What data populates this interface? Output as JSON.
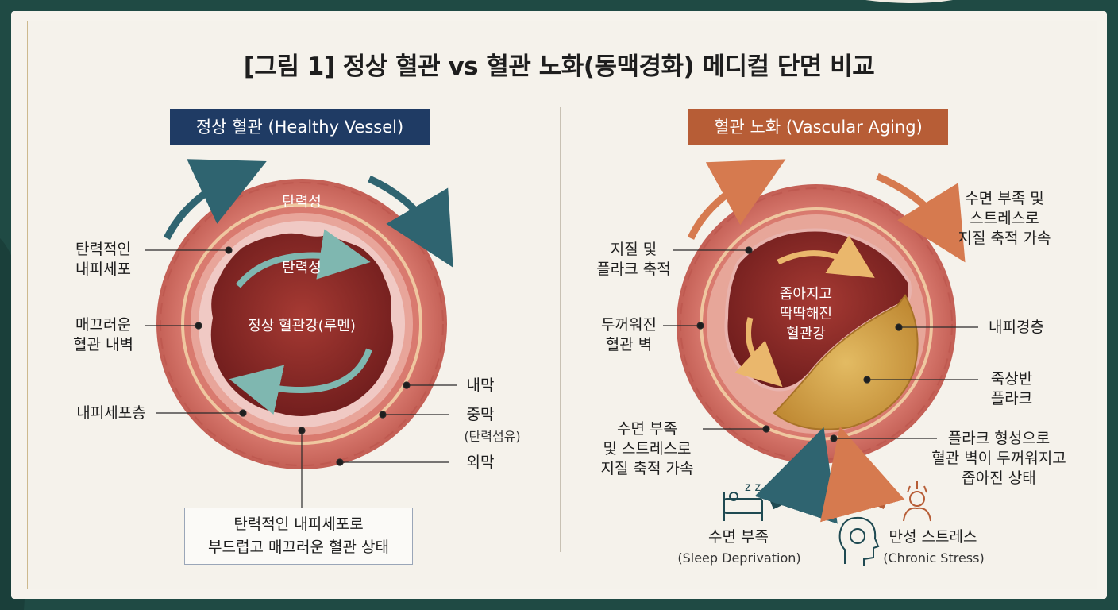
{
  "title": "[그림 1] 정상 혈관 vs 혈관 노화(동맥경화) 메디컬 단면 비교",
  "colors": {
    "navy_header": "#1f3b64",
    "rust_header": "#b75d36",
    "vessel_wall": "#d9786e",
    "lumen": "#8e2a26",
    "plaque": "#d4a64a",
    "teal_arrow": "#2f6470",
    "orange_arrow": "#d67a4f"
  },
  "left": {
    "header": "정상 혈관 (Healthy Vessel)",
    "wall_label": "탄력성",
    "inner_flow_label": "탄력성",
    "lumen_label": "정상 혈관강(루멘)",
    "labels": {
      "elastic_endothelium": "탄력적인\n내피세포",
      "smooth_wall": "매끄러운\n혈관 내벽",
      "endothelial_layer": "내피세포층",
      "intima": "내막",
      "media": "중막",
      "media_sub": "(탄력섬유)",
      "adventitia": "외막"
    },
    "summary": "탄력적인 내피세포로\n부드럽고 매끄러운 혈관 상태"
  },
  "right": {
    "header": "혈관 노화 (Vascular Aging)",
    "lumen_label": "좁아지고\n딱딱해진\n혈관강",
    "labels": {
      "lipid_plaque": "지질 및\n플라크 축적",
      "thick_wall": "두꺼워진\n혈관 벽",
      "sleep_stress_lipid": "수면 부족\n및 스트레스로\n지질 축적 가속",
      "top_right_note": "수면 부족 및\n스트레스로\n지질 축적 가속",
      "sclerosis": "내피경층",
      "atheroma": "죽상반\n플라크",
      "narrowed": "플라크 형성으로\n혈관 벽이 두꺼워지고\n좁아진 상태"
    },
    "factors": [
      {
        "name": "수면 부족",
        "en": "(Sleep Deprivation)",
        "icon": "sleep-bed-icon"
      },
      {
        "name": "만성 스트레스",
        "en": "(Chronic Stress)",
        "icon": "brain-head-icon"
      }
    ]
  }
}
